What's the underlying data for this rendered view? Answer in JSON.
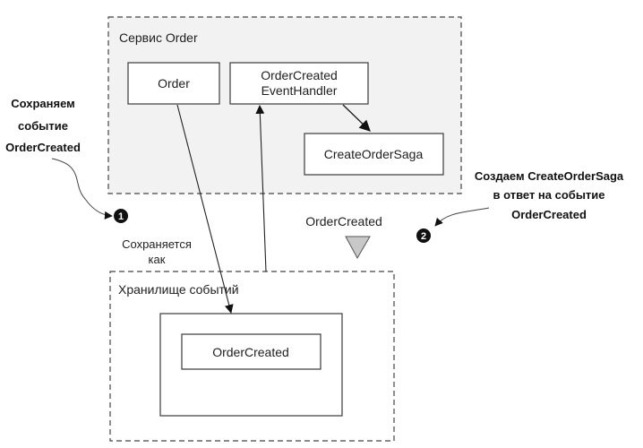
{
  "title": "OrderCreated event stored in event store triggers CreateOrderSaga",
  "containers": {
    "order_service": {
      "title": "Сервис Order"
    },
    "event_store": {
      "title": "Хранилище событий"
    }
  },
  "nodes": {
    "order": {
      "lines": [
        "Order"
      ]
    },
    "event_handler": {
      "lines": [
        "OrderCreated",
        "EventHandler"
      ]
    },
    "saga": {
      "lines": [
        "CreateOrderSaga"
      ]
    },
    "stored_event": {
      "lines": [
        "OrderCreated"
      ]
    }
  },
  "edges": [
    {
      "from": "order",
      "to": "stored_event",
      "label": "Сохраняется как"
    },
    {
      "from": "event_store",
      "to": "event_handler",
      "label": "OrderCreated"
    },
    {
      "from": "event_handler",
      "to": "saga",
      "label": ""
    }
  ],
  "edge_labels": {
    "saved_as": [
      "Сохраняется",
      "как"
    ],
    "event_flow": "OrderCreated"
  },
  "annotations": [
    {
      "badge": "1",
      "lines": [
        "Сохраняем",
        "событие",
        "OrderCreated"
      ]
    },
    {
      "badge": "2",
      "lines": [
        "Создаем CreateOrderSaga",
        "в ответ на событие",
        "OrderCreated"
      ]
    }
  ],
  "colors": {
    "service_fill": "#f2f2f2",
    "box_stroke": "#3a3a3a",
    "triangle_fill": "#c8c8c8",
    "badge_fill": "#111111"
  }
}
